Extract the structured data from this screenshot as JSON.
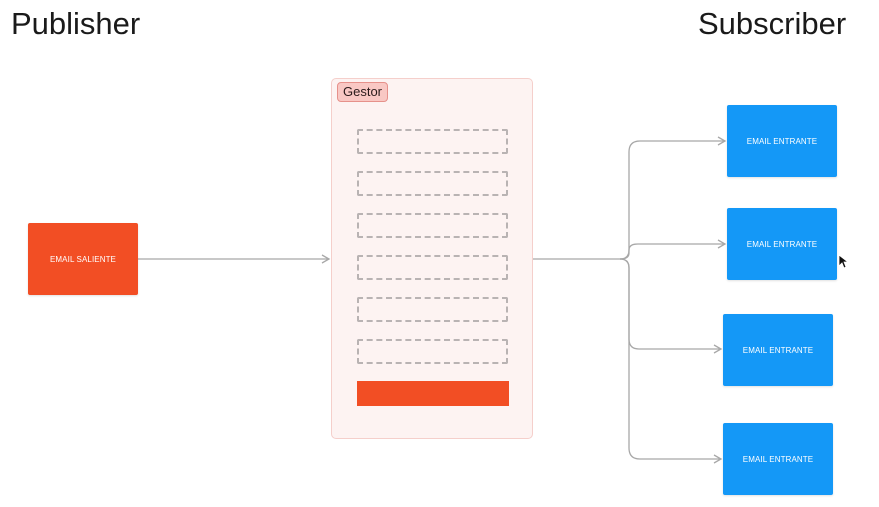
{
  "headings": {
    "publisher": "Publisher",
    "subscriber": "Subscriber"
  },
  "publisher_box": {
    "label": "EMAIL SALIENTE",
    "color": "#f24e24"
  },
  "manager": {
    "tag": "Gestor",
    "slot_count": 6,
    "accent": "#f24e24",
    "background": "#fdf3f2"
  },
  "subscribers": [
    {
      "label": "EMAIL ENTRANTE"
    },
    {
      "label": "EMAIL ENTRANTE"
    },
    {
      "label": "EMAIL ENTRANTE"
    },
    {
      "label": "EMAIL ENTRANTE"
    }
  ],
  "colors": {
    "subscriber_box": "#1498f7",
    "connector": "#a8a8a8"
  },
  "icons": {
    "pointer": "mouse-pointer-icon"
  }
}
